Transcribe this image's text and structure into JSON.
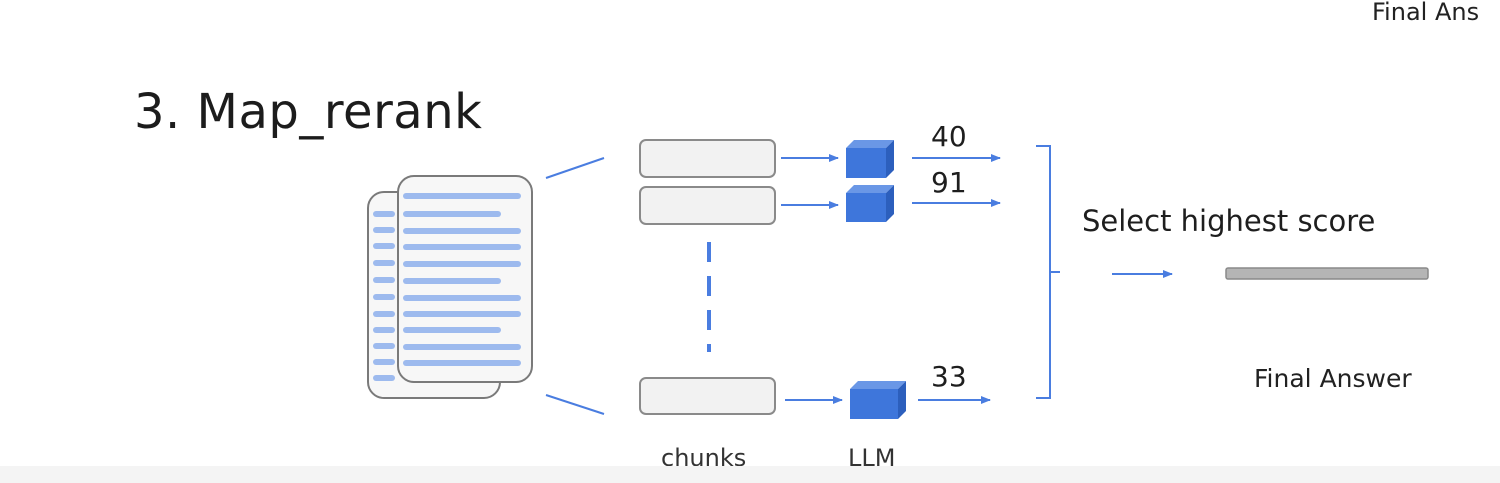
{
  "header": {
    "top_right_fragment": "Final Ans",
    "title": "3. Map_rerank"
  },
  "diagram": {
    "scores": {
      "first": "40",
      "second": "91",
      "last": "33"
    },
    "select_label": "Select highest score",
    "final_label": "Final Answer",
    "chunks_label": "chunks",
    "llm_label": "LLM"
  },
  "colors": {
    "accent_blue": "#4a7de0",
    "cube_blue": "#3e76db",
    "doc_line_blue": "#9dbaee",
    "chunk_fill": "#f2f2f2",
    "answer_bar": "#b5b5b5"
  }
}
